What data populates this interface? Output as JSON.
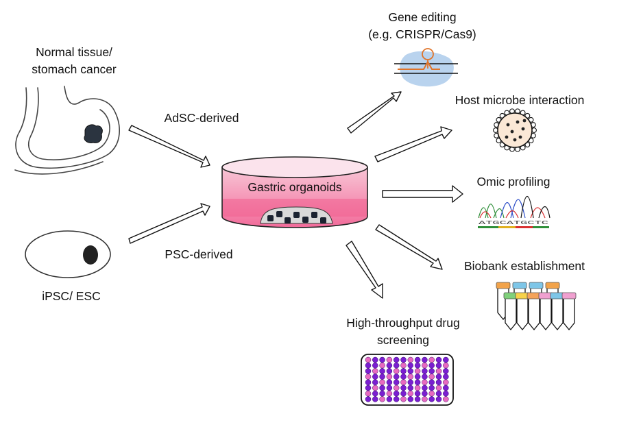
{
  "sources": {
    "tissue": {
      "line1": "Normal tissue/",
      "line2": "stomach cancer"
    },
    "stem_cells": "iPSC/ ESC"
  },
  "routes": {
    "adult": "AdSC-derived",
    "pluripotent": "PSC-derived"
  },
  "center": {
    "label": "Gastric organoids"
  },
  "applications": {
    "gene_editing": {
      "line1": "Gene editing",
      "line2": "(e.g. CRISPR/Cas9)"
    },
    "host_microbe": "Host microbe interaction",
    "omic": "Omic profiling",
    "omic_sequence": "ATGCATGCTC",
    "biobank": "Biobank establishment",
    "drug_screening": {
      "line1": "High-throughput drug",
      "line2": "screening"
    }
  },
  "colors": {
    "dish_pink": "#f26b9a",
    "dish_light": "#f8b3c8",
    "crispr_orange": "#e0742a",
    "crispr_blue": "#b9d3ee",
    "plate_purple": "#7a1fd1",
    "plate_pink": "#e86ac0"
  }
}
